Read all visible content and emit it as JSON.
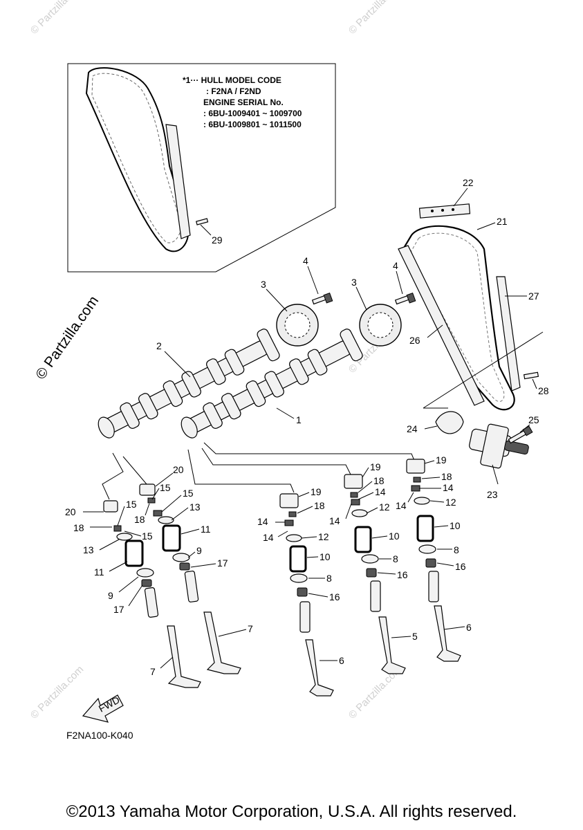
{
  "note": {
    "lines": [
      "*1··· HULL MODEL CODE",
      ": F2NA / F2ND",
      "ENGINE SERIAL No.",
      ": 6BU-1009401 ~ 1009700",
      ": 6BU-1009801 ~ 1011500"
    ]
  },
  "watermark": "© Partzilla.com",
  "fwd_label": "FWD",
  "diagram_code": "F2NA100-K040",
  "copyright": "©2013 Yamaha Motor Corporation, U.S.A. All rights reserved.",
  "callouts": [
    {
      "id": "c29",
      "n": "29"
    },
    {
      "id": "c22",
      "n": "22"
    },
    {
      "id": "c21",
      "n": "21"
    },
    {
      "id": "c4a",
      "n": "4"
    },
    {
      "id": "c4b",
      "n": "4"
    },
    {
      "id": "c3a",
      "n": "3"
    },
    {
      "id": "c3b",
      "n": "3"
    },
    {
      "id": "c27",
      "n": "27"
    },
    {
      "id": "c26",
      "n": "26"
    },
    {
      "id": "c2",
      "n": "2"
    },
    {
      "id": "c28",
      "n": "28"
    },
    {
      "id": "c1",
      "n": "1"
    },
    {
      "id": "c25",
      "n": "25"
    },
    {
      "id": "c24",
      "n": "24"
    },
    {
      "id": "c23",
      "n": "23"
    },
    {
      "id": "c20a",
      "n": "20"
    },
    {
      "id": "c20b",
      "n": "20"
    },
    {
      "id": "c19a",
      "n": "19"
    },
    {
      "id": "c19b",
      "n": "19"
    },
    {
      "id": "c19c",
      "n": "19"
    },
    {
      "id": "c18a",
      "n": "18"
    },
    {
      "id": "c18b",
      "n": "18"
    },
    {
      "id": "c18c",
      "n": "18"
    },
    {
      "id": "c18d",
      "n": "18"
    },
    {
      "id": "c18e",
      "n": "18"
    },
    {
      "id": "c15a",
      "n": "15"
    },
    {
      "id": "c15b",
      "n": "15"
    },
    {
      "id": "c15c",
      "n": "15"
    },
    {
      "id": "c15d",
      "n": "15"
    },
    {
      "id": "c14a",
      "n": "14"
    },
    {
      "id": "c14b",
      "n": "14"
    },
    {
      "id": "c14c",
      "n": "14"
    },
    {
      "id": "c14d",
      "n": "14"
    },
    {
      "id": "c14e",
      "n": "14"
    },
    {
      "id": "c14f",
      "n": "14"
    },
    {
      "id": "c13a",
      "n": "13"
    },
    {
      "id": "c13b",
      "n": "13"
    },
    {
      "id": "c12a",
      "n": "12"
    },
    {
      "id": "c12b",
      "n": "12"
    },
    {
      "id": "c12c",
      "n": "12"
    },
    {
      "id": "c11a",
      "n": "11"
    },
    {
      "id": "c11b",
      "n": "11"
    },
    {
      "id": "c10a",
      "n": "10"
    },
    {
      "id": "c10b",
      "n": "10"
    },
    {
      "id": "c10c",
      "n": "10"
    },
    {
      "id": "c9a",
      "n": "9"
    },
    {
      "id": "c9b",
      "n": "9"
    },
    {
      "id": "c8a",
      "n": "8"
    },
    {
      "id": "c8b",
      "n": "8"
    },
    {
      "id": "c8c",
      "n": "8"
    },
    {
      "id": "c17a",
      "n": "17"
    },
    {
      "id": "c17b",
      "n": "17"
    },
    {
      "id": "c16a",
      "n": "16"
    },
    {
      "id": "c16b",
      "n": "16"
    },
    {
      "id": "c16c",
      "n": "16"
    },
    {
      "id": "c7a",
      "n": "7"
    },
    {
      "id": "c7b",
      "n": "7"
    },
    {
      "id": "c6a",
      "n": "6"
    },
    {
      "id": "c6b",
      "n": "6"
    },
    {
      "id": "c5",
      "n": "5"
    }
  ]
}
